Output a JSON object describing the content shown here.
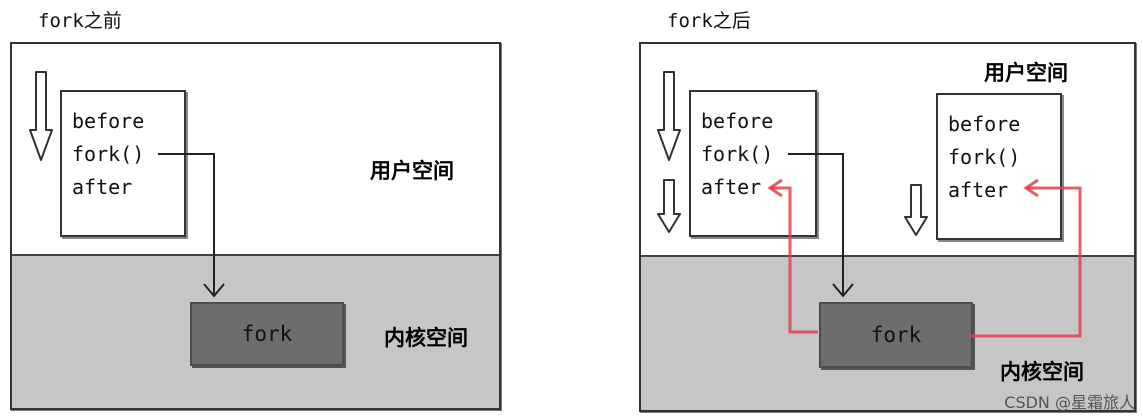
{
  "before": {
    "caption": "fork之前",
    "user_space_label": "用户空间",
    "kernel_space_label": "内核空间",
    "code_lines": [
      "before",
      "fork()",
      "after"
    ],
    "kernel_box_label": "fork"
  },
  "after": {
    "caption": "fork之后",
    "user_space_label": "用户空间",
    "kernel_space_label": "内核空间",
    "parent_code_lines": [
      "before",
      "fork()",
      "after"
    ],
    "child_code_lines": [
      "before",
      "fork()",
      "after"
    ],
    "kernel_box_label": "fork"
  },
  "watermark": "CSDN @星霜旅人",
  "colors": {
    "return_arrow": "#e8404a",
    "kernel_zone": "#c6c6c6",
    "kernel_box": "#6d6d6d"
  }
}
